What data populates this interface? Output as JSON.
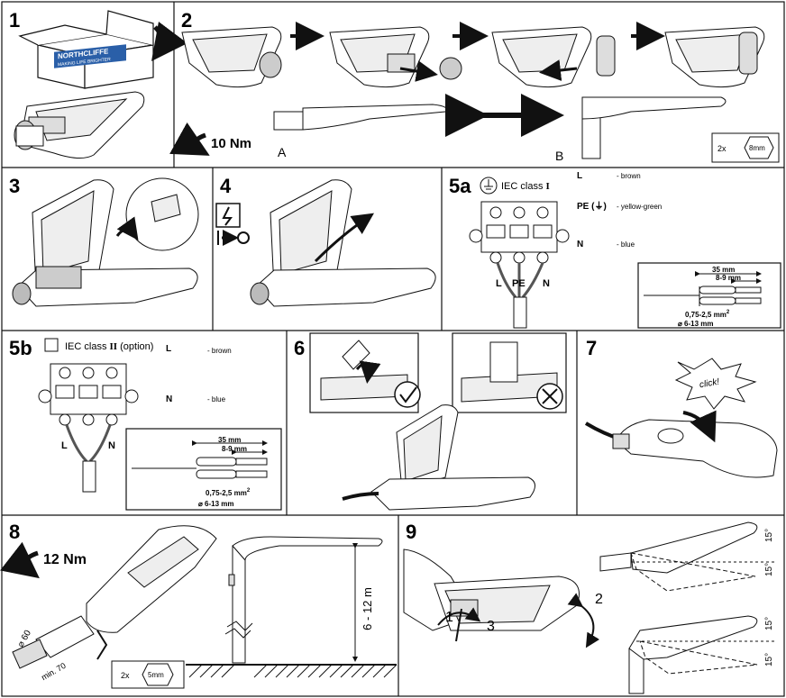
{
  "panels": {
    "p1": {
      "number": "1",
      "box_brand_line1": "NORTHCLIFFE",
      "box_brand_line2": "MAKING LIFE BRIGHTER"
    },
    "p2": {
      "number": "2",
      "torque": "10 Nm",
      "label_a": "A",
      "label_b": "B",
      "tool_count": "2x",
      "tool_size": "8mm"
    },
    "p3": {
      "number": "3"
    },
    "p4": {
      "number": "4"
    },
    "p5a": {
      "number": "5a",
      "iec_label": "IEC class ",
      "iec_roman": "I",
      "legend": [
        {
          "code": "L",
          "desc": "- brown"
        },
        {
          "code": "PE (⏚)",
          "desc": "- yellow-green"
        },
        {
          "code": "N",
          "desc": "- blue"
        }
      ],
      "terminals": [
        "L",
        "PE",
        "N"
      ],
      "strip_outer": "35 mm",
      "strip_inner": "8-9 mm",
      "wire_section": "0,75-2,5 mm",
      "wire_section_sup": "2",
      "cable_dia": "⌀ 6-13 mm"
    },
    "p5b": {
      "number": "5b",
      "iec_label": "IEC class ",
      "iec_roman": "II",
      "iec_suffix": " (option)",
      "legend": [
        {
          "code": "L",
          "desc": "- brown"
        },
        {
          "code": "N",
          "desc": "- blue"
        }
      ],
      "terminals": [
        "L",
        "N"
      ],
      "strip_outer": "35 mm",
      "strip_inner": "8-9 mm",
      "wire_section": "0,75-2,5 mm",
      "wire_section_sup": "2",
      "cable_dia": "⌀ 6-13 mm"
    },
    "p6": {
      "number": "6"
    },
    "p7": {
      "number": "7",
      "click": "click!"
    },
    "p8": {
      "number": "8",
      "torque": "12 Nm",
      "dia": "⌀ 60",
      "min_len": "min. 70",
      "height": "6 - 12 m",
      "tool_count": "2x",
      "tool_size": "5mm"
    },
    "p9": {
      "number": "9",
      "step1": "1",
      "step2": "2",
      "step3": "3",
      "angle": "15°"
    }
  }
}
